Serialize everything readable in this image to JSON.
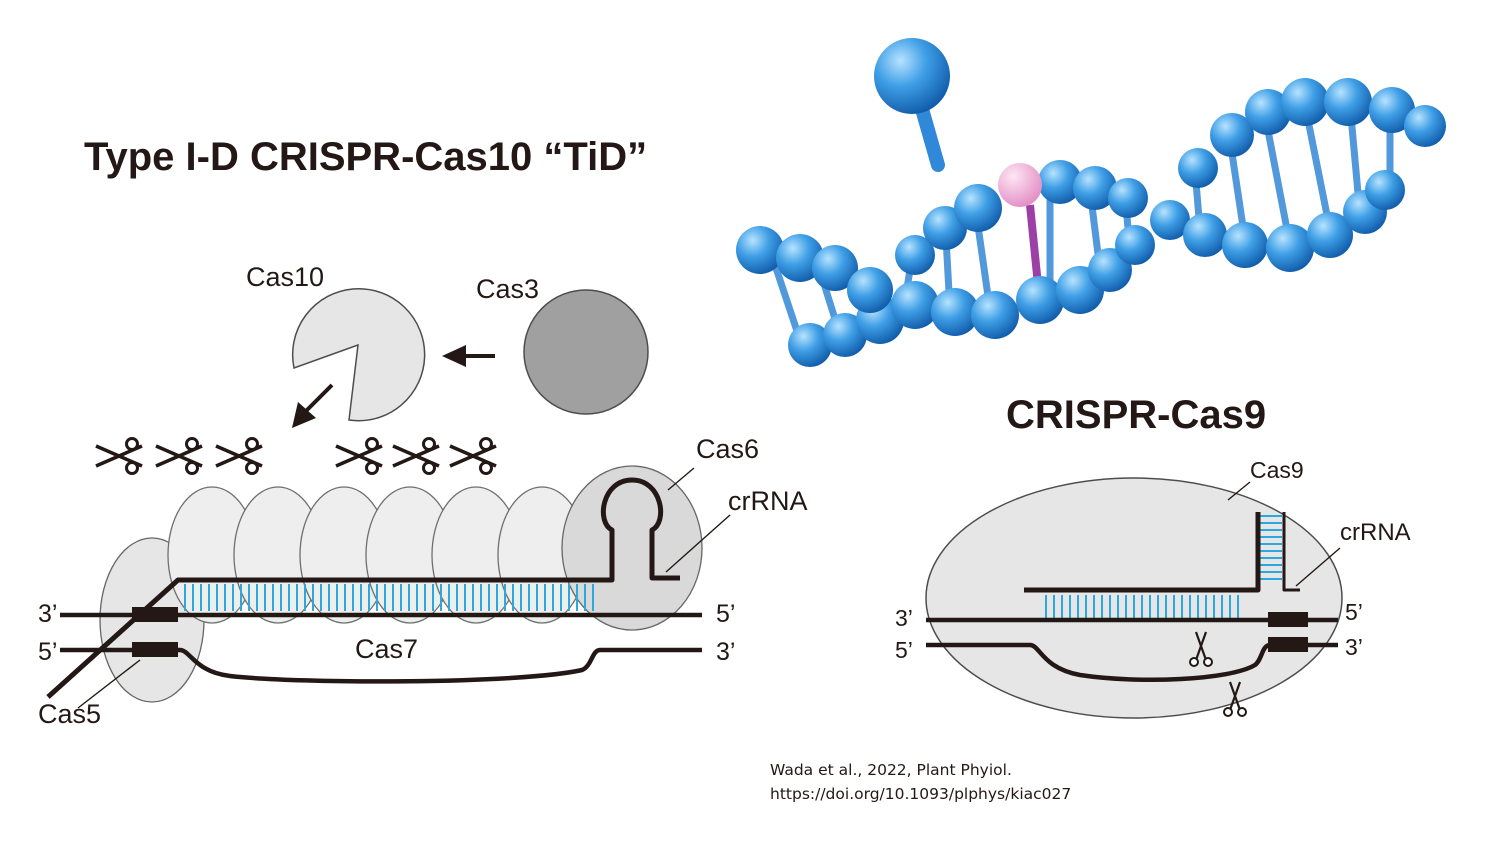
{
  "left_panel": {
    "title": "Type I-D CRISPR-Cas10  “TiD”",
    "labels": {
      "cas10": "Cas10",
      "cas3": "Cas3",
      "cas6": "Cas6",
      "crrna": "crRNA",
      "cas7": "Cas7",
      "cas5": "Cas5",
      "top_left_end": "3’",
      "bottom_left_end": "5’",
      "top_right_end": "5’",
      "bottom_right_end": "3’"
    }
  },
  "right_panel": {
    "title": "CRISPR-Cas9",
    "labels": {
      "cas9": "Cas9",
      "crrna": "crRNA",
      "top_left_end": "3’",
      "bottom_left_end": "5’",
      "top_right_end": "5’",
      "bottom_right_end": "3’"
    }
  },
  "citation": {
    "line1": "Wada et al., 2022, Plant Phyiol.",
    "line2": "https://doi.org/10.1093/plphys/kiac027"
  },
  "colors": {
    "protein_fill": "#e6e6e6",
    "cas3_fill": "#a0a0a0",
    "line": "#231815",
    "base_pair": "#2aa8e0",
    "dna_blue": "#2b8ad8",
    "dna_highlight": "#f2a9d4"
  }
}
